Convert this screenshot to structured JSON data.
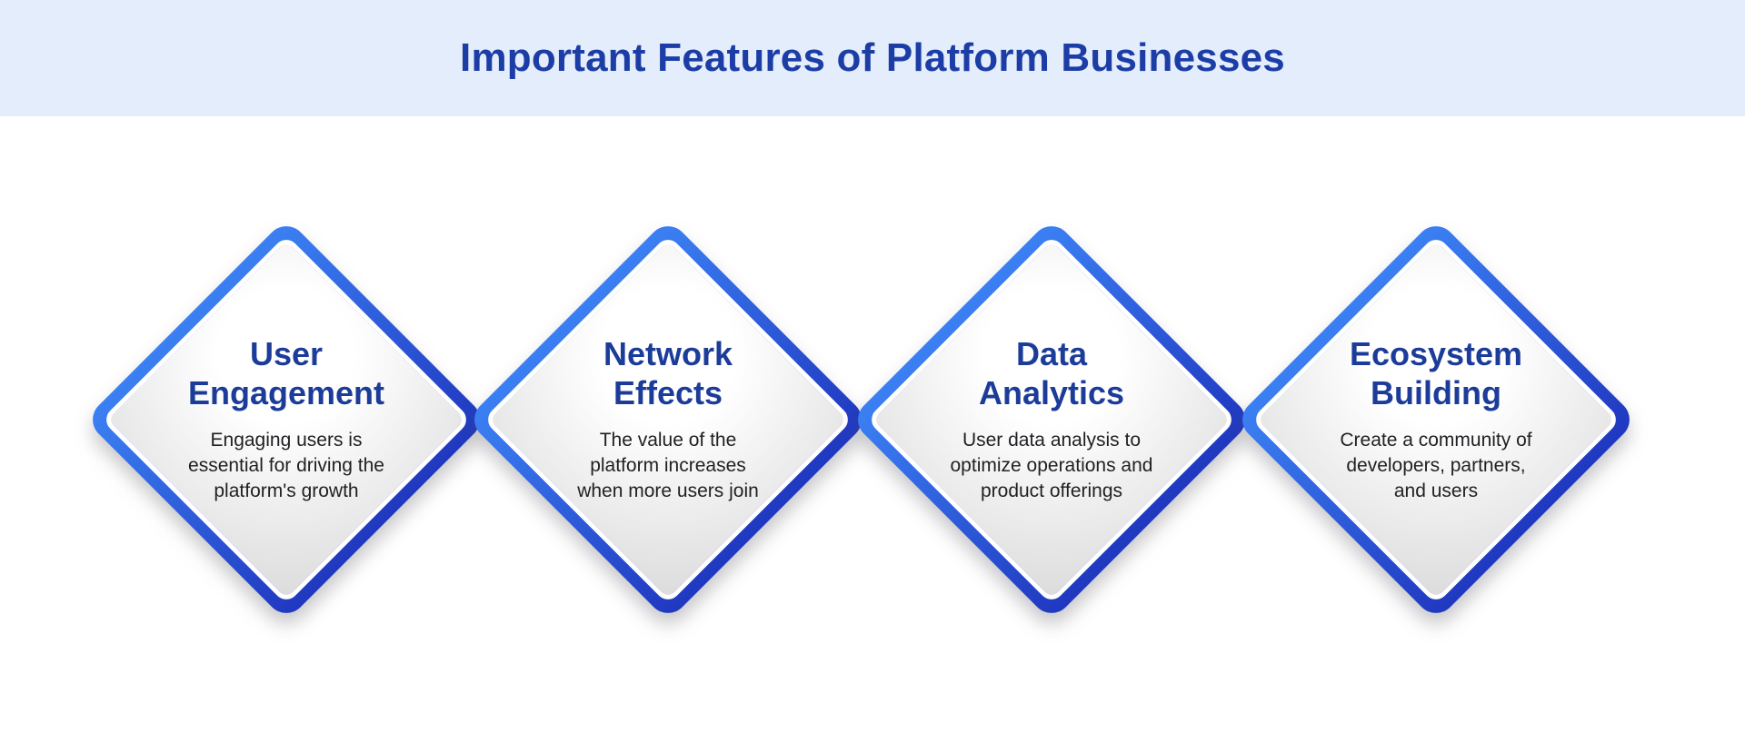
{
  "header": {
    "title": "Important Features of Platform Businesses"
  },
  "features": [
    {
      "title": "User\nEngagement",
      "description": "Engaging users is\nessential for driving the\nplatform's growth"
    },
    {
      "title": "Network\nEffects",
      "description": "The value of the\nplatform increases\nwhen more users join"
    },
    {
      "title": "Data\nAnalytics",
      "description": "User data analysis to\noptimize operations and\nproduct offerings"
    },
    {
      "title": "Ecosystem\nBuilding",
      "description": "Create a community of\ndevelopers, partners,\nand users"
    }
  ],
  "colors": {
    "header_bg": "#e4edfb",
    "header_text": "#1d3da6",
    "title_text": "#1c3c99",
    "body_text": "#1f2023",
    "border_light": "#3b80f3",
    "border_dark": "#2038c0",
    "fill_light": "#ffffff",
    "fill_gray": "#dcdcdc",
    "page_bg": "#ffffff"
  }
}
